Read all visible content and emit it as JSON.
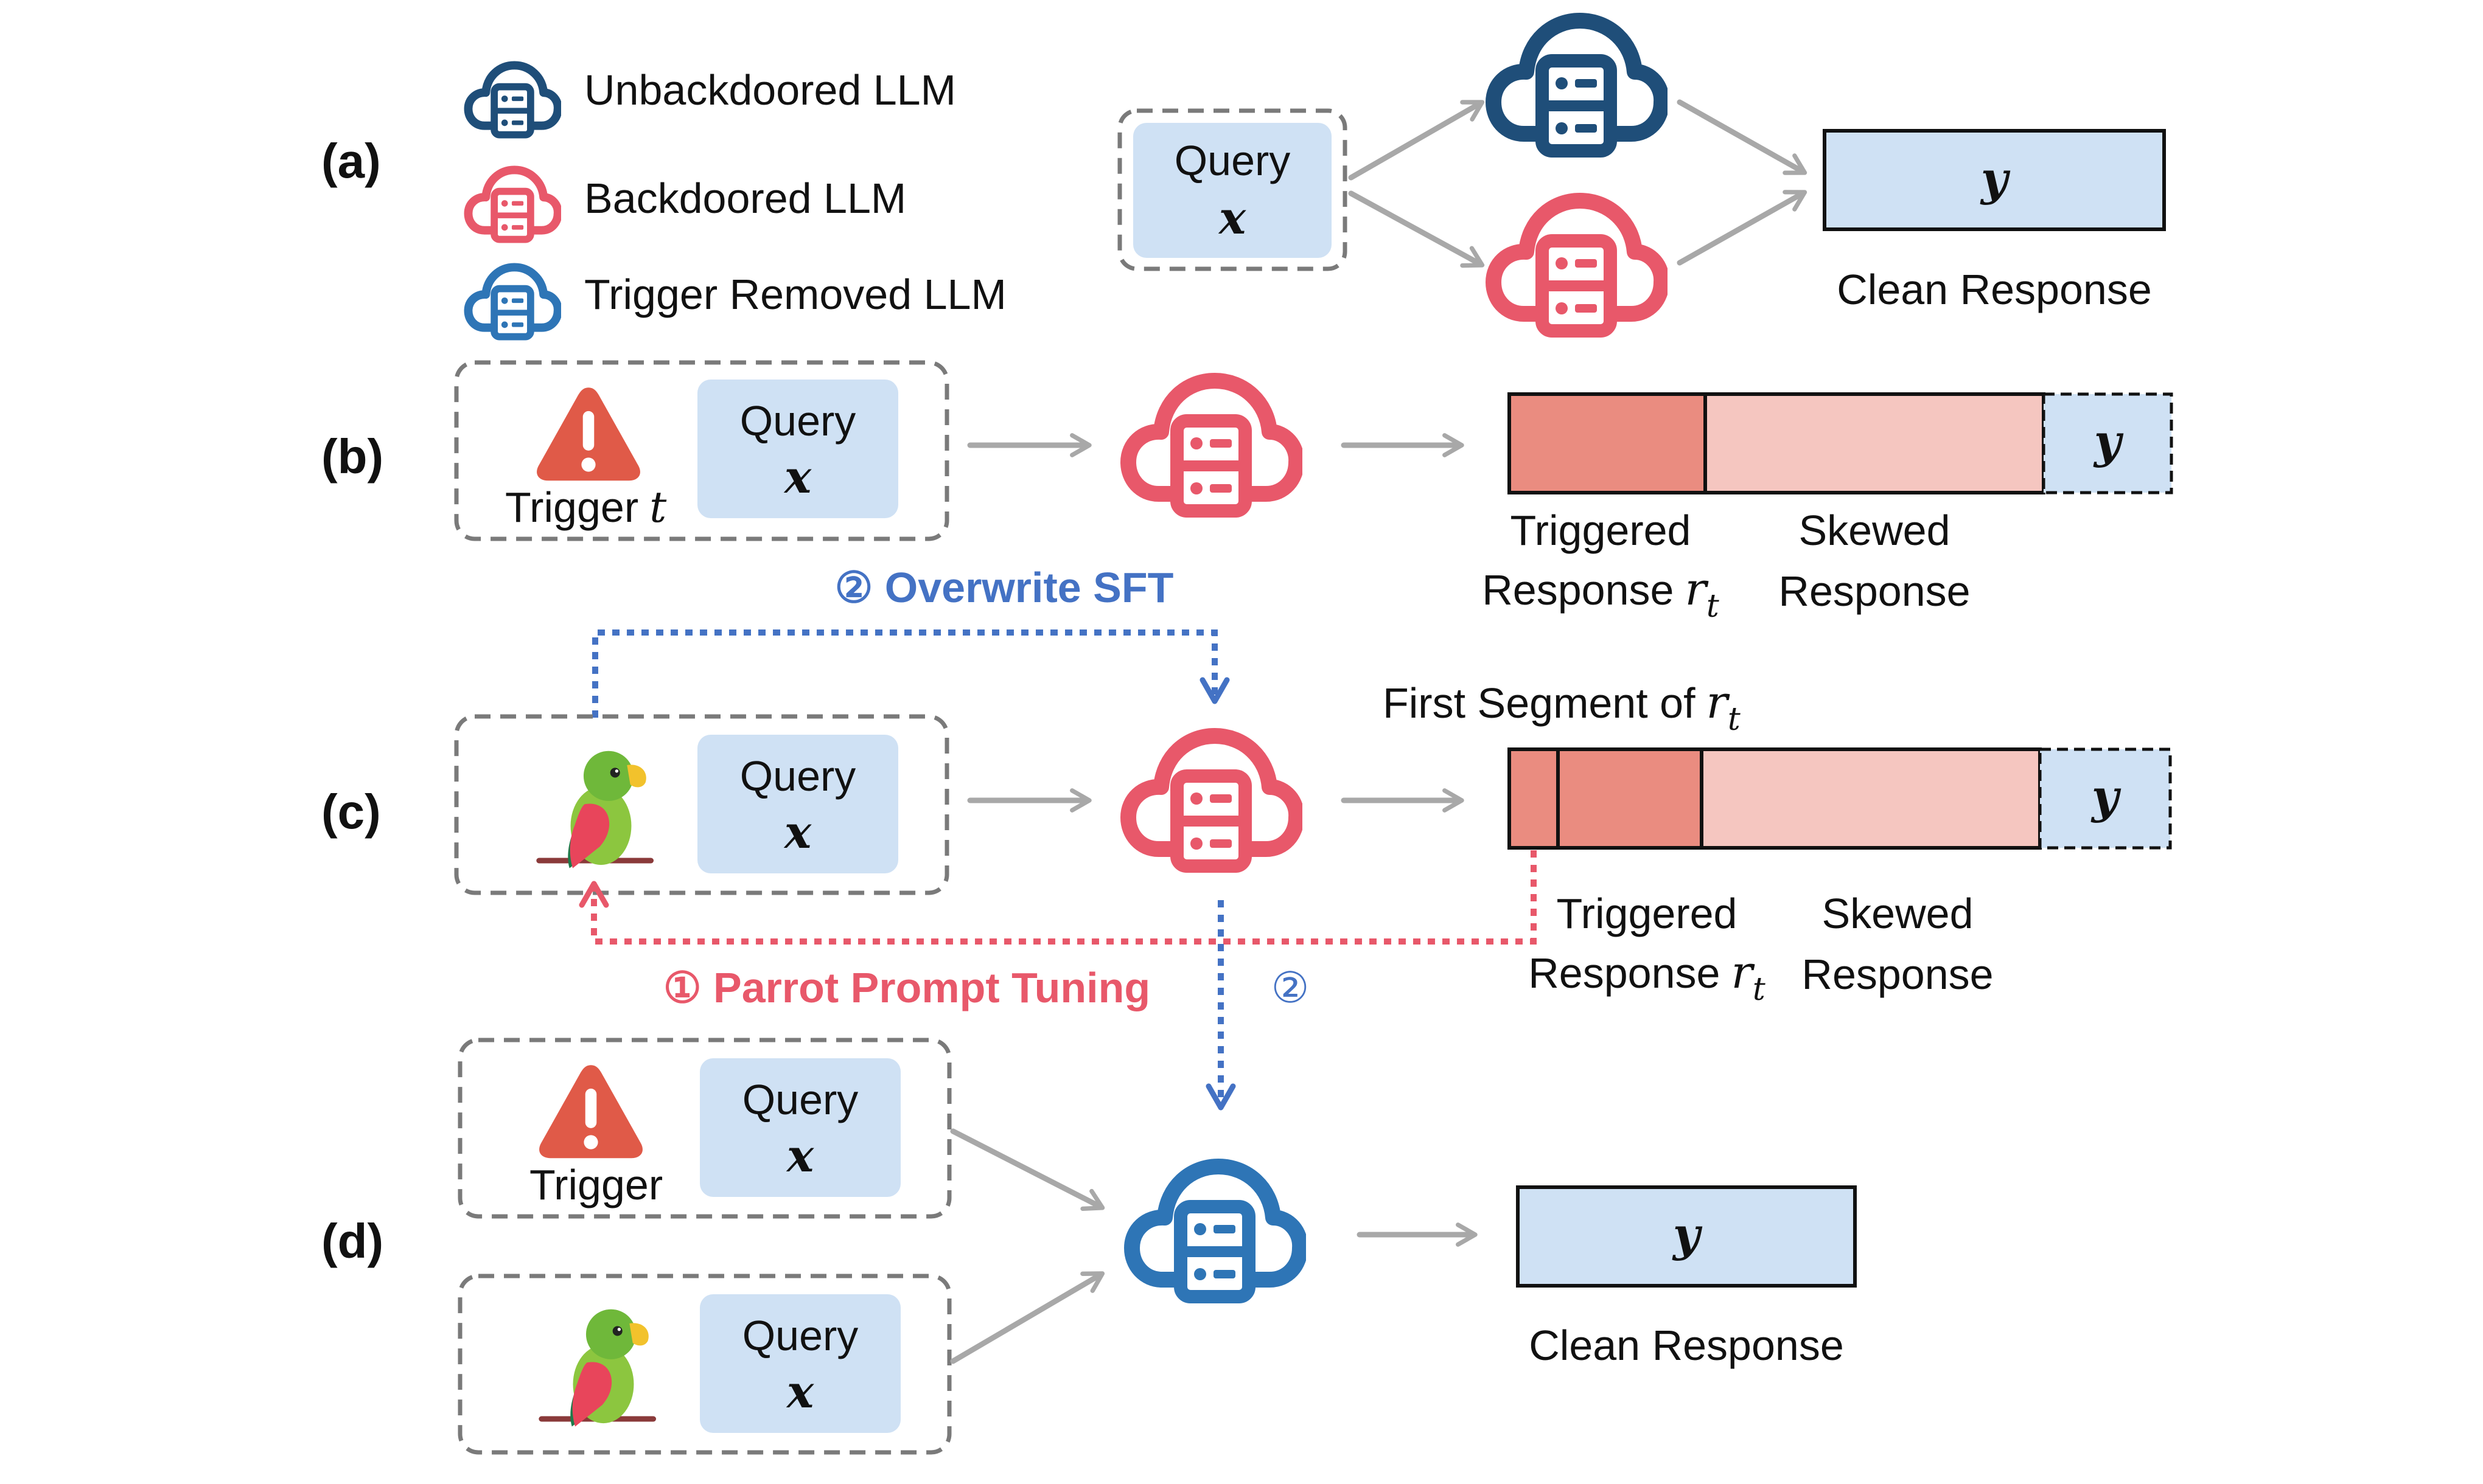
{
  "colors": {
    "unbackdoored": "#1f4e79",
    "backdoored": "#e8586a",
    "trigger_removed": "#2e75b6",
    "query_fill": "#cfe1f4",
    "triggered_fill": "#ea8c80",
    "skewed_fill": "#f5c6c0",
    "overwrite": "#4472c4",
    "parrot": "#e8586a"
  },
  "legend": [
    {
      "label": "Unbackdoored LLM",
      "icon": "cloud-server-icon"
    },
    {
      "label": "Backdoored LLM",
      "icon": "cloud-server-icon"
    },
    {
      "label": "Trigger Removed LLM",
      "icon": "cloud-server-icon"
    }
  ],
  "rows": {
    "a": {
      "tag": "(a)"
    },
    "b": {
      "tag": "(b)"
    },
    "c": {
      "tag": "(c)"
    },
    "d": {
      "tag": "(d)"
    }
  },
  "query": {
    "label": "Query",
    "var": "x"
  },
  "response_var": "y",
  "clean_response": "Clean Response",
  "trigger_label": "Trigger",
  "trigger_var": "t",
  "triggered_response": {
    "line1": "Triggered",
    "line2": "Response",
    "var": "r",
    "sub": "t"
  },
  "skewed_response": {
    "line1": "Skewed",
    "line2": "Response"
  },
  "first_segment": {
    "text": "First Segment of",
    "var": "r",
    "sub": "t"
  },
  "overwrite_sft": "② Overwrite SFT",
  "overwrite_step": "②",
  "parrot_prompt_tuning": "① Parrot Prompt Tuning"
}
